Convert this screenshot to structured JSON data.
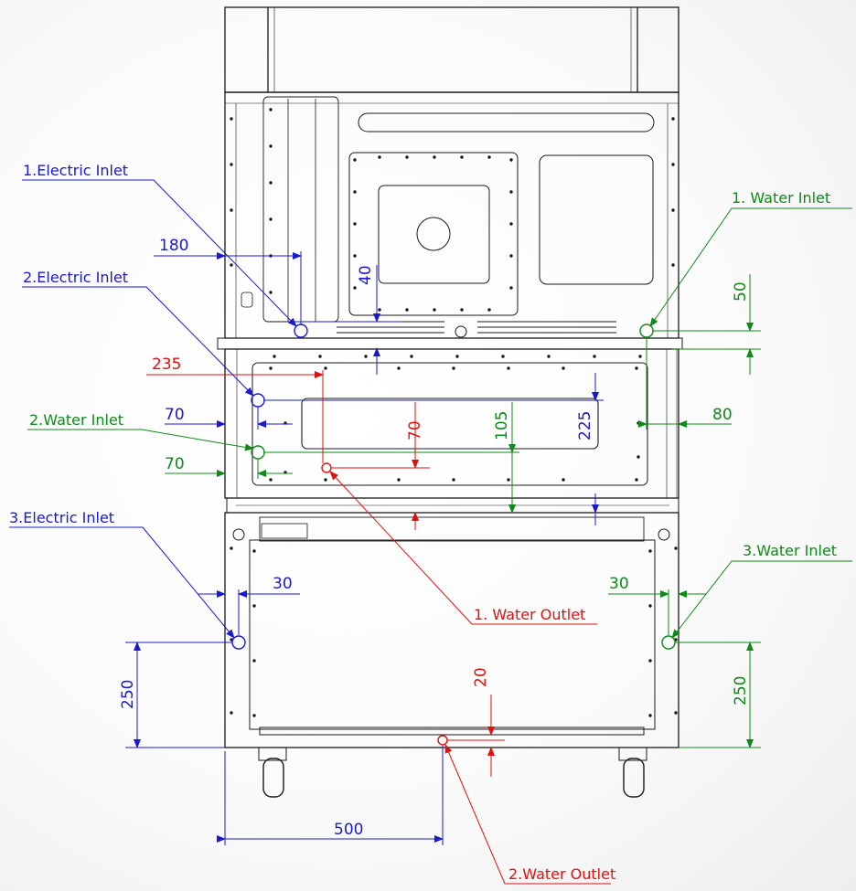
{
  "callouts": {
    "electric_inlet_1": "1.Electric Inlet",
    "electric_inlet_2": "2.Electric Inlet",
    "electric_inlet_3": "3.Electric Inlet",
    "water_inlet_1": "1. Water Inlet",
    "water_inlet_2": "2.Water Inlet",
    "water_inlet_3": "3.Water Inlet",
    "water_outlet_1": "1. Water Outlet",
    "water_outlet_2": "2.Water Outlet"
  },
  "dimensions": {
    "d180": "180",
    "d40": "40",
    "d50": "50",
    "d235": "235",
    "d70_a": "70",
    "d70_b": "70",
    "d70_c": "70",
    "d105": "105",
    "d225": "225",
    "d80": "80",
    "d30_left": "30",
    "d30_right": "30",
    "d250_left": "250",
    "d250_right": "250",
    "d20": "20",
    "d500": "500"
  },
  "colors": {
    "electric": "#1a1acc",
    "water_inlet": "#0f8a1a",
    "water_outlet": "#e01010",
    "drawing": "#1a1a1a"
  }
}
